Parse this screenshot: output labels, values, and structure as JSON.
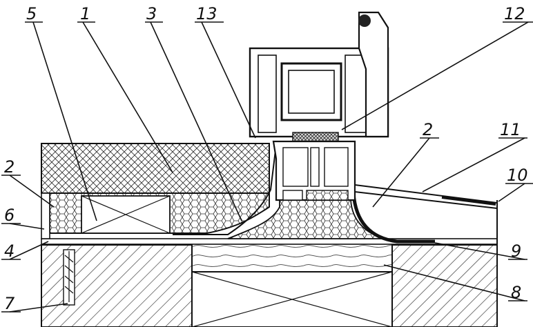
{
  "figure": {
    "callouts": [
      {
        "id": "c5",
        "text": "5"
      },
      {
        "id": "c1",
        "text": "1"
      },
      {
        "id": "c3",
        "text": "3"
      },
      {
        "id": "c13",
        "text": "13"
      },
      {
        "id": "c12",
        "text": "12"
      },
      {
        "id": "c2a",
        "text": "2"
      },
      {
        "id": "c2b",
        "text": "2"
      },
      {
        "id": "c11",
        "text": "11"
      },
      {
        "id": "c10",
        "text": "10"
      },
      {
        "id": "c6",
        "text": "6"
      },
      {
        "id": "c4",
        "text": "4"
      },
      {
        "id": "c9",
        "text": "9"
      },
      {
        "id": "c8",
        "text": "8"
      },
      {
        "id": "c7",
        "text": "7"
      }
    ]
  }
}
